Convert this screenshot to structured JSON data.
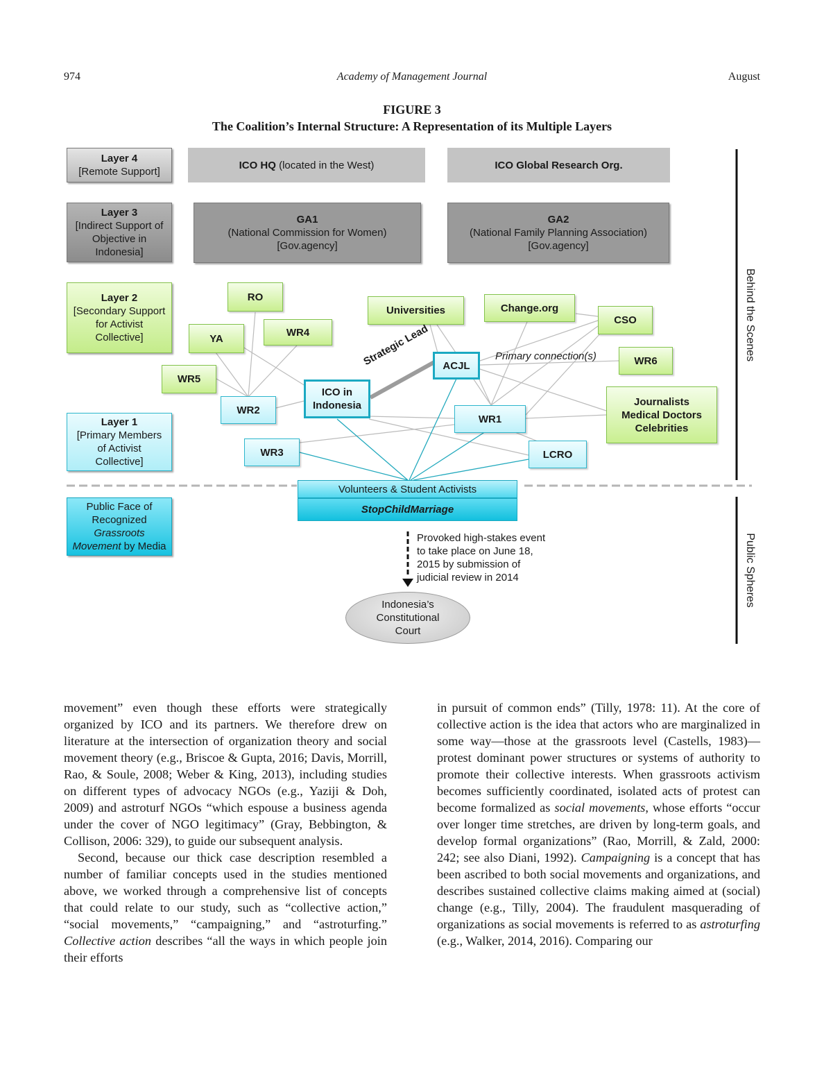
{
  "header": {
    "page_number": "974",
    "journal": "Academy of Management Journal",
    "month": "August"
  },
  "figure": {
    "label": "FIGURE 3",
    "title": "The Coalition’s Internal Structure: A Representation of its Multiple Layers",
    "layers": {
      "layer4": {
        "title": "Layer 4",
        "desc": "[Remote Support]"
      },
      "layer3": {
        "title": "Layer 3",
        "desc1": "[Indirect Support of",
        "desc2": "Objective in",
        "desc3": "Indonesia]"
      },
      "layer2": {
        "title": "Layer 2",
        "desc1": "[Secondary Support",
        "desc2": "for Activist",
        "desc3": "Collective]"
      },
      "layer1": {
        "title": "Layer 1",
        "desc1": "[Primary Members",
        "desc2": "of Activist",
        "desc3": "Collective]"
      },
      "public_face": {
        "line1": "Public Face of",
        "line2": "Recognized",
        "line3": "Grassroots",
        "line4a": "Movement",
        "line4b": " by Media"
      }
    },
    "top_boxes": {
      "ico_hq_bold": "ICO HQ",
      "ico_hq_rest": " (located in the West)",
      "ico_research": "ICO Global Research Org.",
      "ga1_title": "GA1",
      "ga1_line1": "(National Commission for Women)",
      "ga1_line2": "[Gov.agency]",
      "ga2_title": "GA2",
      "ga2_line1": "(National Family Planning Association)",
      "ga2_line2": "[Gov.agency]"
    },
    "nodes": {
      "ro": "RO",
      "ya": "YA",
      "wr4": "WR4",
      "wr5": "WR5",
      "universities": "Universities",
      "change_org": "Change.org",
      "cso": "CSO",
      "acjl": "ACJL",
      "wr6": "WR6",
      "ico_line1": "ICO in",
      "ico_line2": "Indonesia",
      "wr2": "WR2",
      "wr1": "WR1",
      "wr3": "WR3",
      "lcro": "LCRO",
      "journalists_line1": "Journalists",
      "journalists_line2": "Medical Doctors",
      "journalists_line3": "Celebrities",
      "volunteers": "Volunteers & Student Activists",
      "stopchildmarriage": "StopChildMarriage"
    },
    "labels": {
      "strategic_lead": "Strategic Lead",
      "primary_connections": "Primary connection(s)",
      "event_line1": "Provoked high-stakes event",
      "event_line2": "to take place on June 18,",
      "event_line3": "2015 by submission of",
      "event_line4": "judicial review in 2014",
      "court_line1": "Indonesia’s",
      "court_line2": "Constitutional",
      "court_line3": "Court",
      "behind_scenes": "Behind the Scenes",
      "public_spheres": "Public Spheres"
    },
    "colors": {
      "green_border": "#82c24a",
      "cyan_border": "#1ba9c2",
      "cyan_line": "#22a9bd",
      "gray_line": "#bbbbbb",
      "strategic_line": "#9c9c9c"
    }
  },
  "body_text": {
    "left_p1": "movement” even though these efforts were strategically organized by ICO and its partners. We therefore drew on literature at the intersection of organization theory and social movement theory (e.g., Briscoe & Gupta, 2016; Davis, Morrill, Rao, & Soule, 2008; Weber & King, 2013), including studies on different types of advocacy NGOs (e.g., Yaziji & Doh, 2009) and astroturf NGOs “which espouse a business agenda under the cover of NGO legitimacy” (Gray, Bebbington, & Collison, 2006: 329), to guide our subsequent analysis.",
    "left_p2a": "Second, because our thick case description resembled a number of familiar concepts used in the studies mentioned above, we worked through a comprehensive list of concepts that could relate to our study, such as “collective action,” “social movements,” “campaigning,” and “astroturfing.” ",
    "left_p2_em": "Collective action",
    "left_p2b": " describes “all the ways in which people join their efforts",
    "right_a": "in pursuit of common ends” (Tilly, 1978: 11). At the core of collective action is the idea that actors who are marginalized in some way—those at the grassroots level (Castells, 1983)—protest dominant power structures or systems of authority to promote their collective interests. When grassroots activism becomes sufficiently coordinated, isolated acts of protest can become formalized as ",
    "right_em1": "social movements",
    "right_b": ", whose efforts “occur over longer time stretches, are driven by long-term goals, and develop formal organizations” (Rao, Morrill, & Zald, 2000: 242; see also Diani, 1992). ",
    "right_em2": "Campaigning",
    "right_c": " is a concept that has been ascribed to both social movements and organizations, and describes sustained collective claims making aimed at (social) change (e.g., Tilly, 2004). The fraudulent masquerading of organizations as social movements is referred to as ",
    "right_em3": "astroturfing",
    "right_d": " (e.g., Walker, 2014, 2016). Comparing our"
  }
}
